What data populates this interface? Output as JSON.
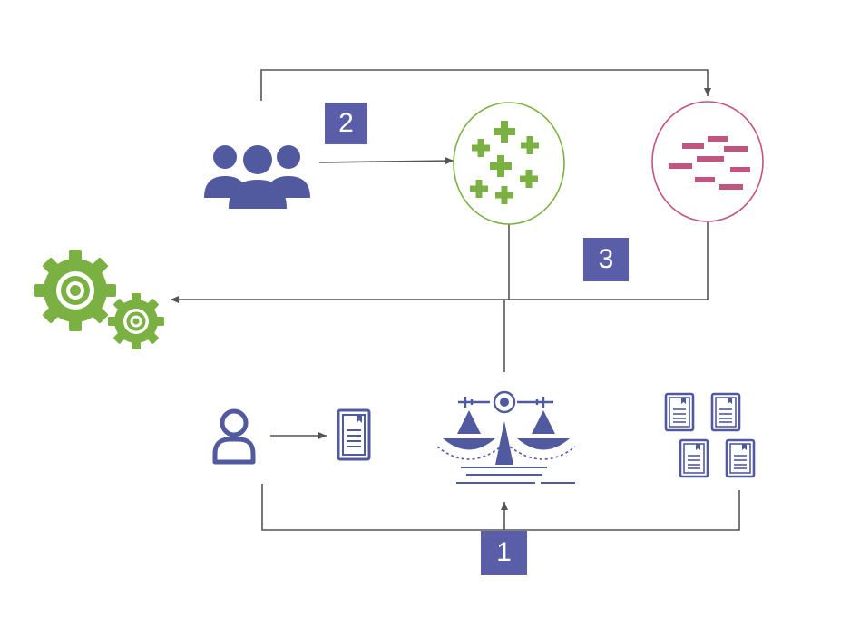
{
  "steps": [
    {
      "label": "1"
    },
    {
      "label": "2"
    },
    {
      "label": "3"
    }
  ],
  "colors": {
    "indigo": "#525a9f",
    "green": "#7bb142",
    "pink": "#c05580",
    "line": "#555555"
  },
  "icons": {
    "group": "people-group-icon",
    "positives": "plus-signs-icon",
    "negatives": "minus-signs-icon",
    "gears": "gears-icon",
    "person": "person-icon",
    "document": "document-icon",
    "documents": "documents-stack-icon",
    "scale": "balance-scale-icon"
  }
}
